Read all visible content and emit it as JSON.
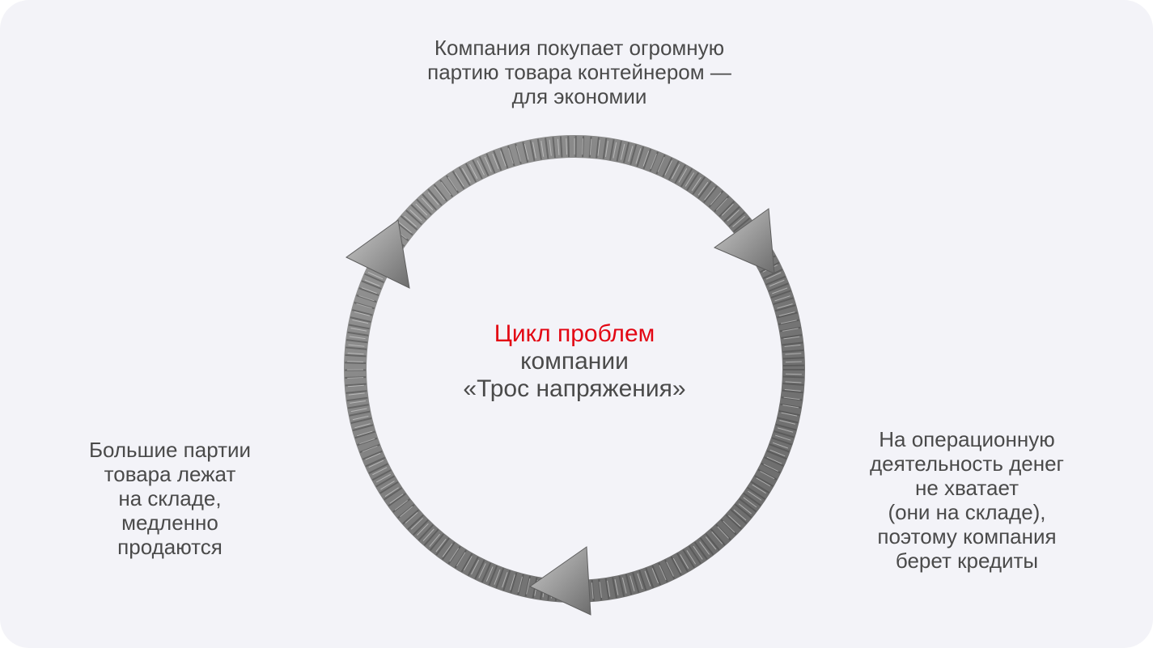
{
  "diagram": {
    "center": {
      "title_red": "Цикл проблем",
      "line2": "компании",
      "line3": "«Трос напряжения»"
    },
    "top_label": [
      "Компания покупает огромную",
      "партию товара контейнером —",
      "для экономии"
    ],
    "right_label": [
      "На операционную",
      "деятельность денег",
      "не хватает",
      "(они на складе),",
      "поэтому компания",
      "берет кредиты"
    ],
    "left_label": [
      "Большие партии",
      "товара лежат",
      "на складе,",
      "медленно",
      "продаются"
    ],
    "colors": {
      "accent": "#e30613",
      "text": "#4a4a4a",
      "background": "#f3f3f8",
      "rope": "#8a8a8a"
    }
  }
}
